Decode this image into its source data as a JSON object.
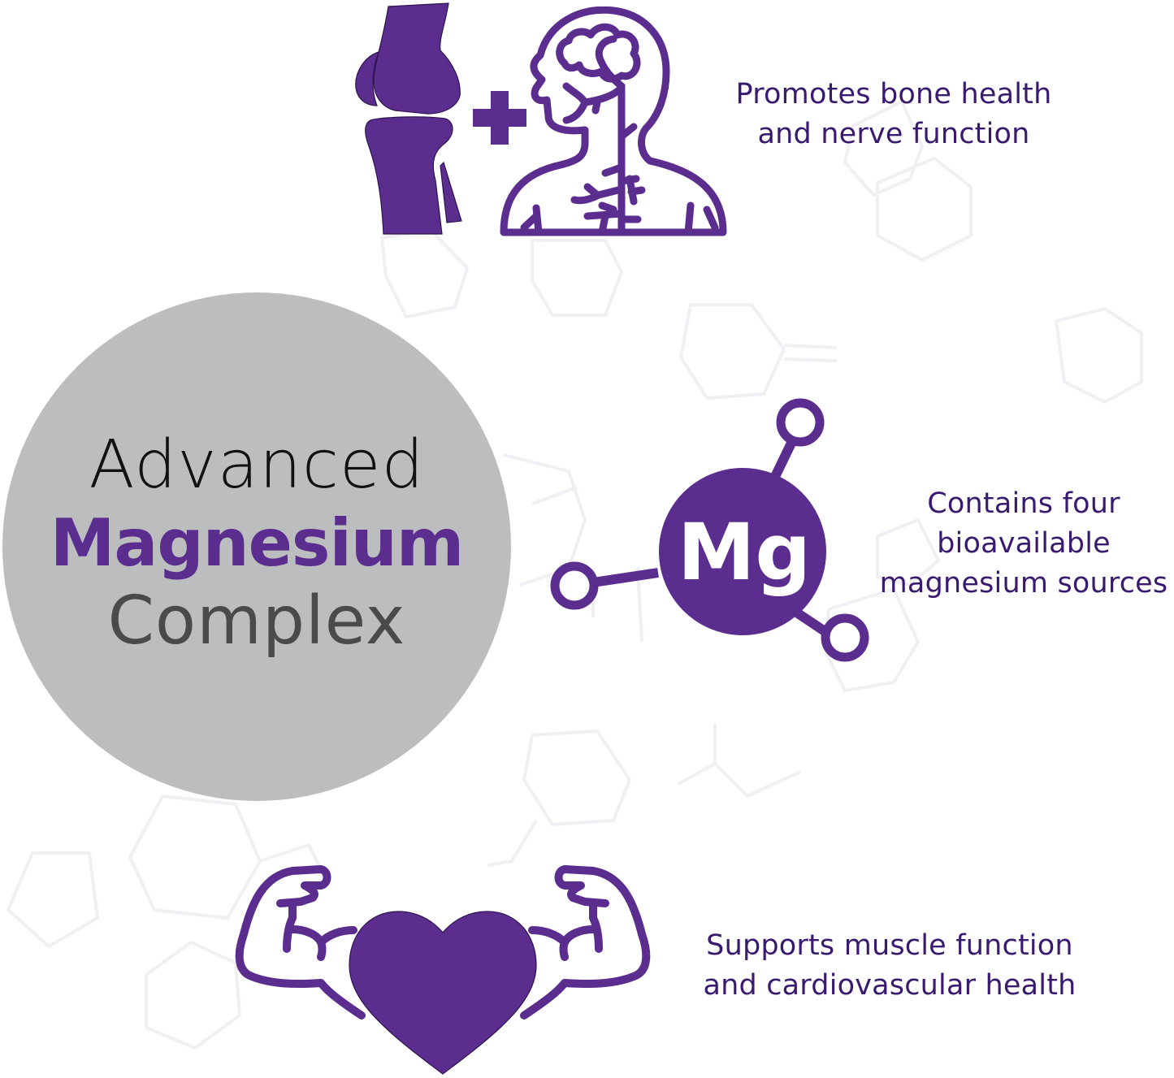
{
  "colors": {
    "brand_purple": "#5b2d8e",
    "text_purple": "#3a1a6e",
    "badge_gray": "#bcbdbf",
    "hex_pattern": "#f1eff4",
    "background": "#ffffff"
  },
  "badge": {
    "line1": "Advanced",
    "line2": "Magnesium",
    "line3": "Complex"
  },
  "features": [
    {
      "icon": "bone-joint-plus-nervous-system-icon",
      "lines": [
        "Promotes bone health",
        "and nerve function"
      ]
    },
    {
      "icon": "magnesium-molecule-icon",
      "symbol": "Mg",
      "lines": [
        "Contains four",
        "bioavailable",
        "magnesium sources"
      ]
    },
    {
      "icon": "heart-with-flexed-arms-icon",
      "lines": [
        "Supports muscle function",
        "and cardiovascular health"
      ]
    }
  ]
}
